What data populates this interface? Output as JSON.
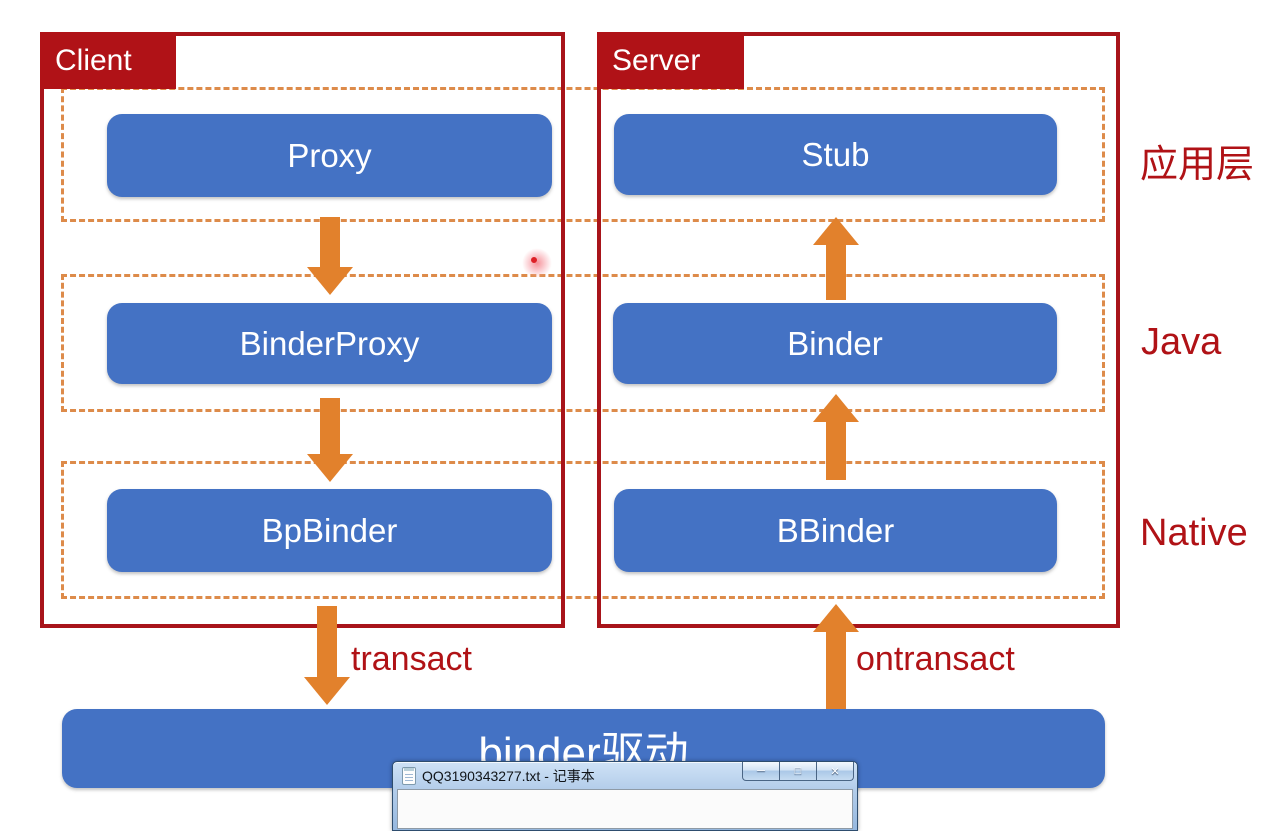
{
  "diagram": {
    "client": {
      "label": "Client",
      "nodes": {
        "app": "Proxy",
        "java": "BinderProxy",
        "native": "BpBinder"
      }
    },
    "server": {
      "label": "Server",
      "nodes": {
        "app": "Stub",
        "java": "Binder",
        "native": "BBinder"
      }
    },
    "layers": {
      "app": "应用层",
      "java": "Java",
      "native": "Native"
    },
    "flow": {
      "down_label": "transact",
      "up_label": "ontransact"
    },
    "driver": {
      "label": "binder驱动"
    },
    "colors": {
      "box_border_red": "#a8141a",
      "label_red": "#b01216",
      "node_blue": "#4472c4",
      "arrow_orange": "#e2812c",
      "dash_orange": "#dd8b4a"
    }
  },
  "notepad": {
    "title": "QQ3190343277.txt - 记事本",
    "buttons": {
      "minimize_glyph": "─",
      "maximize_glyph": "□",
      "close_glyph": "✕"
    }
  }
}
